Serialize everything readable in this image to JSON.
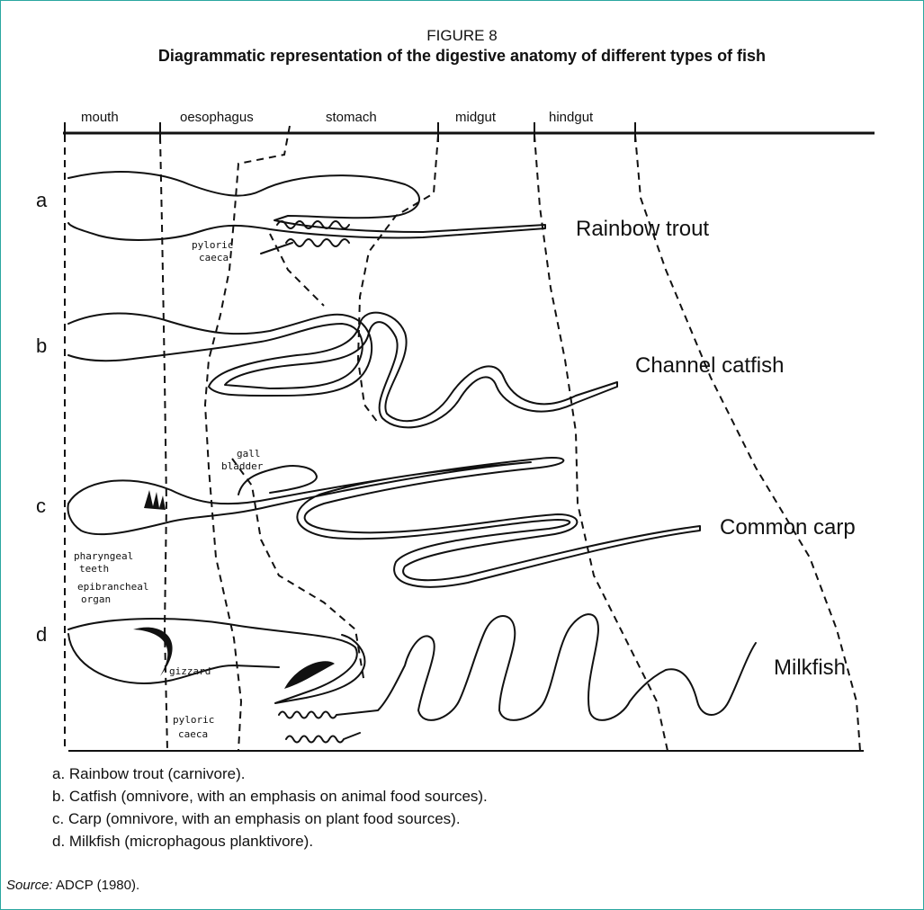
{
  "figure": {
    "label": "FIGURE 8",
    "title": "Diagrammatic representation of the digestive anatomy of different types of fish"
  },
  "sections": [
    "mouth",
    "oesophagus",
    "stomach",
    "midgut",
    "hindgut"
  ],
  "rows": [
    {
      "letter": "a",
      "fish": "Rainbow trout"
    },
    {
      "letter": "b",
      "fish": "Channel catfish"
    },
    {
      "letter": "c",
      "fish": "Common carp"
    },
    {
      "letter": "d",
      "fish": "Milkfish"
    }
  ],
  "annotations": {
    "pyloric_a": [
      "pyloric",
      "caeca"
    ],
    "gall": [
      "gall",
      "bladder"
    ],
    "pharyngeal": [
      "pharyngeal",
      "teeth"
    ],
    "epibrancheal": [
      "epibrancheal",
      "organ"
    ],
    "gizzard": "gizzard",
    "pyloric_d": [
      "pyloric",
      "caeca"
    ]
  },
  "captions": [
    "a. Rainbow trout (carnivore).",
    "b. Catfish (omnivore, with an emphasis on animal food sources).",
    "c. Carp (omnivore, with an emphasis on plant food sources).",
    "d. Milkfish (microphagous planktivore)."
  ],
  "source": {
    "label": "Source:",
    "text": " ADCP (1980)."
  },
  "colors": {
    "frame": "#2aa6a0",
    "ink": "#111111"
  }
}
